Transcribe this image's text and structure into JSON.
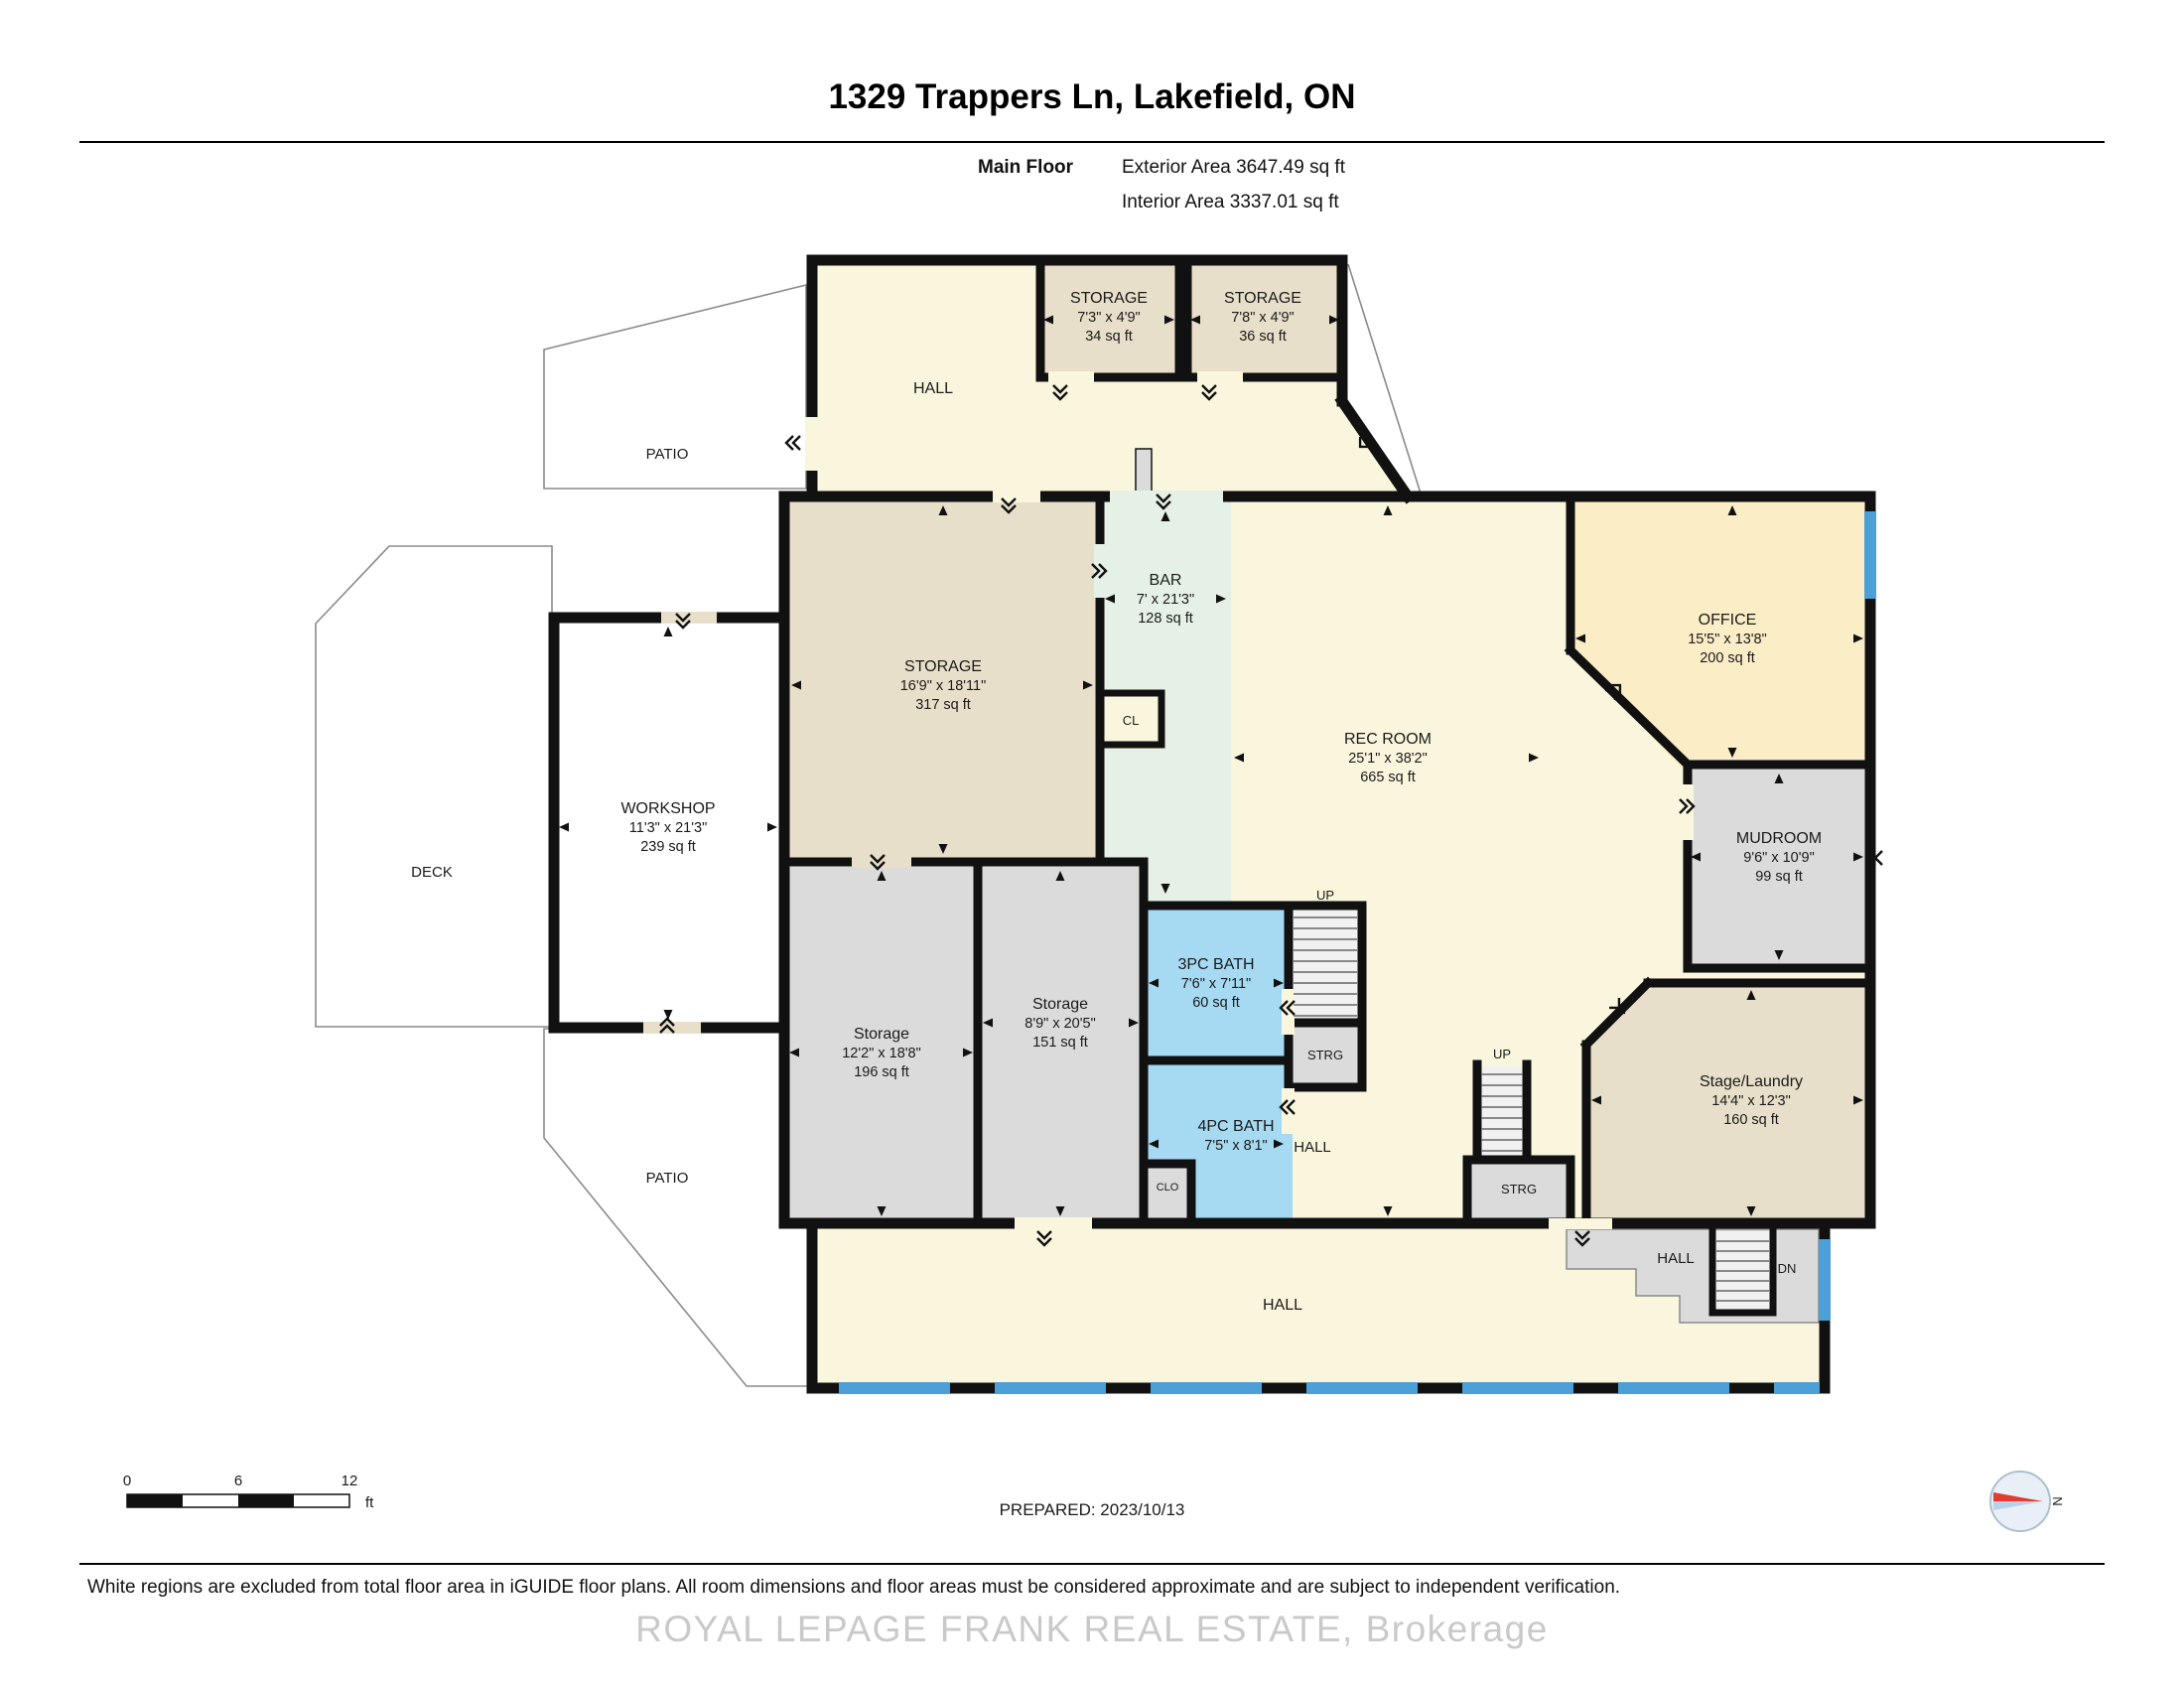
{
  "header": {
    "title": "1329 Trappers Ln, Lakefield, ON",
    "floor_label": "Main Floor",
    "exterior_area": "Exterior Area 3647.49 sq ft",
    "interior_area": "Interior Area 3337.01 sq ft"
  },
  "rooms": {
    "storage_a": {
      "name": "STORAGE",
      "dims": "7'3\" x 4'9\"",
      "area": "34 sq ft"
    },
    "storage_b": {
      "name": "STORAGE",
      "dims": "7'8\" x 4'9\"",
      "area": "36 sq ft"
    },
    "hall_top": {
      "name": "HALL"
    },
    "patio_top": {
      "name": "PATIO"
    },
    "storage_main": {
      "name": "STORAGE",
      "dims": "16'9\" x 18'11\"",
      "area": "317 sq ft"
    },
    "bar": {
      "name": "BAR",
      "dims": "7' x 21'3\"",
      "area": "128 sq ft"
    },
    "cl": {
      "name": "CL"
    },
    "rec_room": {
      "name": "REC ROOM",
      "dims": "25'1\" x 38'2\"",
      "area": "665 sq ft"
    },
    "office": {
      "name": "OFFICE",
      "dims": "15'5\" x 13'8\"",
      "area": "200 sq ft"
    },
    "mudroom": {
      "name": "MUDROOM",
      "dims": "9'6\" x 10'9\"",
      "area": "99 sq ft"
    },
    "workshop": {
      "name": "WORKSHOP",
      "dims": "11'3\" x 21'3\"",
      "area": "239 sq ft"
    },
    "deck": {
      "name": "DECK"
    },
    "storage_c": {
      "name": "Storage",
      "dims": "12'2\" x 18'8\"",
      "area": "196 sq ft"
    },
    "storage_d": {
      "name": "Storage",
      "dims": "8'9\" x 20'5\"",
      "area": "151 sq ft"
    },
    "bath3": {
      "name": "3PC BATH",
      "dims": "7'6\" x 7'11\"",
      "area": "60 sq ft"
    },
    "bath4": {
      "name": "4PC BATH",
      "dims": "7'5\" x 8'1\""
    },
    "clo": {
      "name": "CLO"
    },
    "up1": {
      "name": "UP"
    },
    "strg1": {
      "name": "STRG"
    },
    "hall_mid": {
      "name": "HALL"
    },
    "up2": {
      "name": "UP"
    },
    "strg2": {
      "name": "STRG"
    },
    "stage_laundry": {
      "name": "Stage/Laundry",
      "dims": "14'4\" x 12'3\"",
      "area": "160 sq ft"
    },
    "patio_bottom": {
      "name": "PATIO"
    },
    "hall_bottom": {
      "name": "HALL"
    },
    "hall_br": {
      "name": "HALL"
    },
    "dn": {
      "name": "DN"
    }
  },
  "scale_bar": {
    "zero": "0",
    "six": "6",
    "twelve": "12",
    "unit": "ft"
  },
  "compass": {
    "north": "N"
  },
  "footer": {
    "prepared": "PREPARED: 2023/10/13",
    "disclaimer": "White regions are excluded from total floor area in iGUIDE floor plans. All room dimensions and floor areas must be considered approximate and are subject to independent verification.",
    "watermark": "ROYAL LEPAGE FRANK REAL ESTATE, Brokerage"
  },
  "colors": {
    "wall": "#111111",
    "cream": "#FAF6DE",
    "tan": "#E7DFC9",
    "gray": "#DBDBDB",
    "mint": "#E5F0E6",
    "peach": "#FBEDC6",
    "bath": "#A6DAF2",
    "window": "#4C9FD7",
    "outline": "#8A8A8A",
    "watermark": "#C9C9C9"
  }
}
